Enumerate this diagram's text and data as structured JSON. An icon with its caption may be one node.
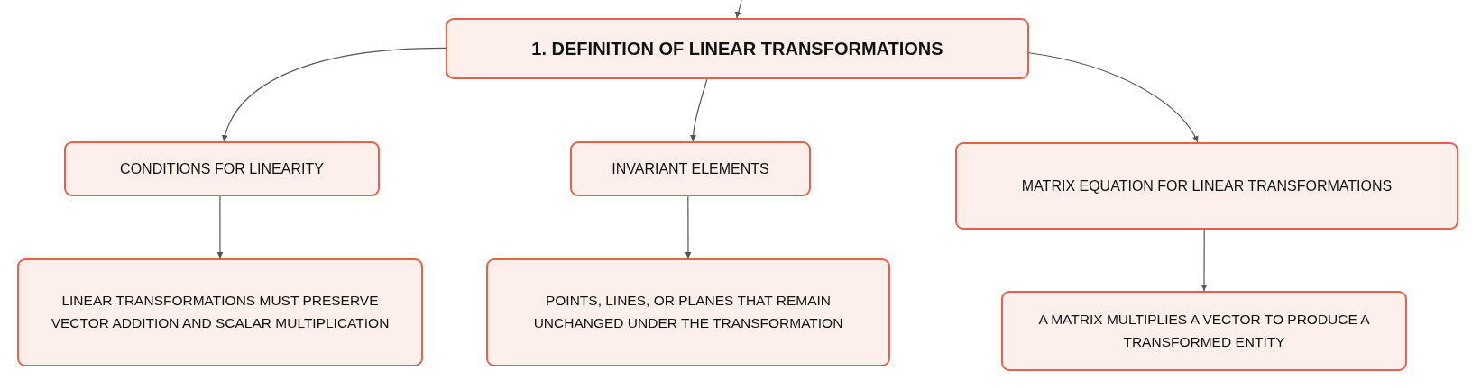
{
  "diagram": {
    "nodes": [
      {
        "text": [
          "1. DEFINITION OF LINEAR TRANSFORMATIONS"
        ]
      },
      {
        "text": [
          "CONDITIONS FOR LINEARITY"
        ]
      },
      {
        "text": [
          "INVARIANT ELEMENTS"
        ]
      },
      {
        "text": [
          "MATRIX EQUATION FOR LINEAR TRANSFORMATIONS"
        ]
      },
      {
        "text": [
          "LINEAR TRANSFORMATIONS MUST PRESERVE VECTOR ADDITION AND SCALAR MULTIPLICATION"
        ]
      },
      {
        "text": [
          "POINTS, LINES, OR PLANES THAT REMAIN UNCHANGED UNDER THE TRANSFORMATION"
        ]
      },
      {
        "text": [
          "A MATRIX MULTIPLIES A VECTOR TO PRODUCE A TRANSFORMED ENTITY"
        ]
      }
    ],
    "edges": [
      {
        "from": null,
        "to": 0,
        "arrow": "to"
      },
      {
        "from": 0,
        "to": 1,
        "arrow": "to"
      },
      {
        "from": 0,
        "to": 2,
        "arrow": "to"
      },
      {
        "from": 0,
        "to": 3,
        "arrow": "to"
      },
      {
        "from": 1,
        "to": 4,
        "arrow": "to"
      },
      {
        "from": 2,
        "to": 5,
        "arrow": "to"
      },
      {
        "from": 3,
        "to": 6,
        "arrow": "to"
      }
    ]
  }
}
